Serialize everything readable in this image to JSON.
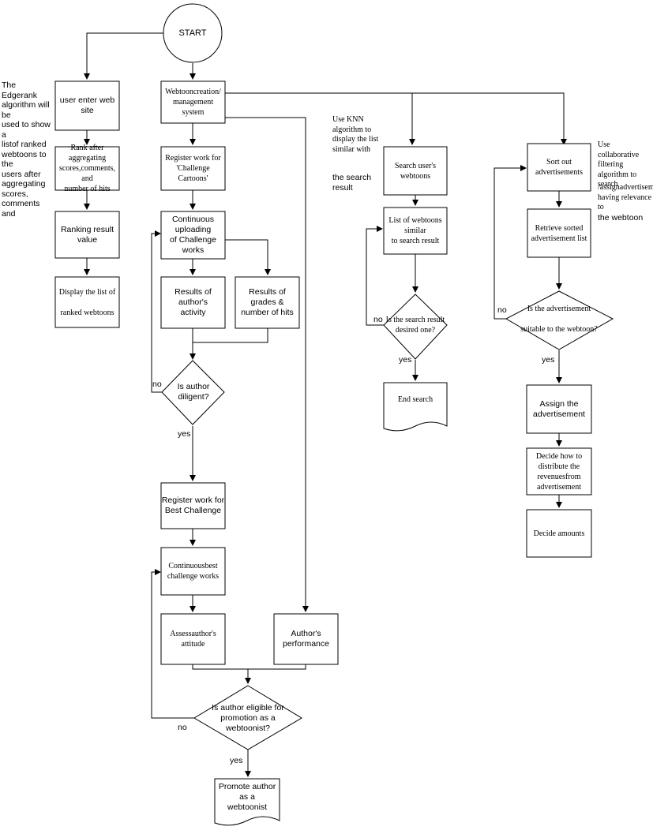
{
  "start": "START",
  "notes": {
    "edgerank": "The Edgerank\nalgorithm will be\nused to show a\nlistof ranked\nwebtoons to the\nusers after\naggregating\nscores,\ncomments and\nthenumber of\nhits when they\naccess a",
    "knn_a": "Use KNN\nalgorithm to\ndisplay the list\nsimilar with",
    "knn_b": "the search\nresult",
    "cf_a": "Use collaborative\nfiltering algorithm to\nsearch",
    "cf_b": "/assignadvertisements\nhaving relevance to",
    "cf_c": "the webtoon"
  },
  "col1": {
    "enter": "user enter web site",
    "rank": "Rank after aggregating\nscores,comments, and\nnumber of hits",
    "result": "Ranking result value",
    "display": "Display the list of\n\nranked webtoons"
  },
  "col2": {
    "system": "Webtooncreation/\nmanagement system",
    "register": "Register work for\n'Challenge Cartoons'",
    "uploading": "Continuous uploading\nof Challenge works",
    "activity": "Results of author's\nactivity",
    "grades": "Results of grades &\nnumber of hits",
    "diligent": "Is author diligent?",
    "best": "Register work for\nBest Challenge",
    "continuous": "Continuousbest\nchallenge works",
    "attitude": "Assessauthor's attitude",
    "performance": "Author's performance",
    "eligible": "Is author eligible for promotion as a\nwebtoonist?",
    "promote": "Promote author as a\nwebtoonist"
  },
  "col3": {
    "search": "Search user's webtoons",
    "list": "List of webtoons similar\nto search result",
    "desired": "Is the search result\ndesired one?",
    "end": "End search"
  },
  "col4": {
    "sort": "Sort out advertisements",
    "retrieve": "Retrieve sorted\nadvertisement list",
    "suitable": "Is the advertisement\n\nsuitable to the webtoon?",
    "assign": "Assign the\nadvertisement",
    "distribute": "Decide how to\ndistribute the\nrevenuesfrom\nadvertisement",
    "amounts": "Decide amounts"
  },
  "edge_labels": {
    "no": "no",
    "yes": "yes"
  }
}
